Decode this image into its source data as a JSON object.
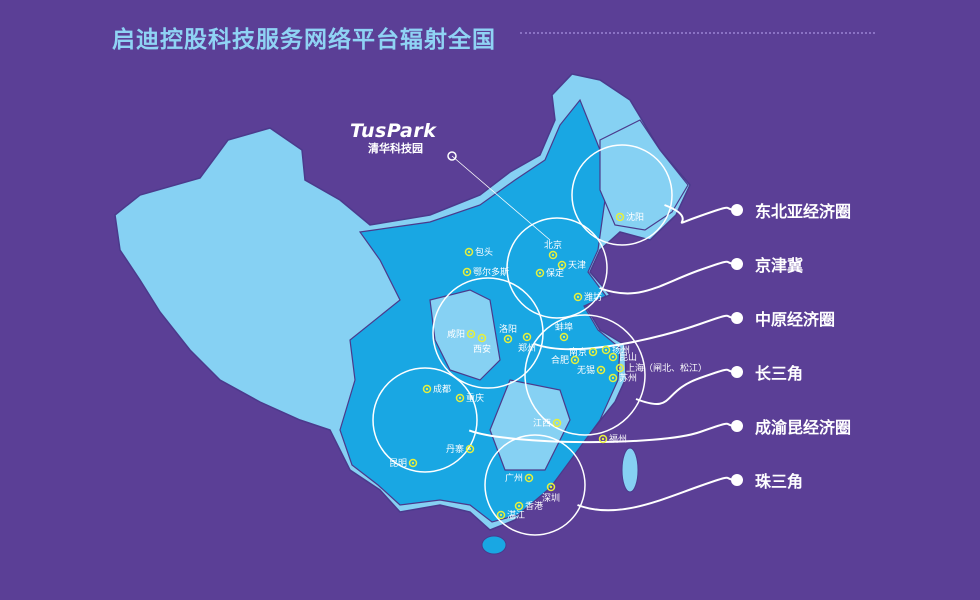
{
  "title": "启迪控股科技服务网络平台辐射全国",
  "logo": {
    "en": "TusPark",
    "cn": "清华科技园"
  },
  "regions": [
    {
      "label": "东北亚经济圈"
    },
    {
      "label": "京津冀"
    },
    {
      "label": "中原经济圈"
    },
    {
      "label": "长三角"
    },
    {
      "label": "成渝昆经济圈"
    },
    {
      "label": "珠三角"
    }
  ],
  "cities": [
    "沈阳",
    "北京",
    "天津",
    "保定",
    "潍坊",
    "包头",
    "鄂尔多斯",
    "咸阳",
    "西安",
    "洛阳",
    "郑州",
    "蚌埠",
    "南京",
    "扬州",
    "昆山",
    "合肥",
    "无锡",
    "上海（闸北、松江）",
    "苏州",
    "成都",
    "重庆",
    "丹寨",
    "昆明",
    "江西",
    "福州",
    "广州",
    "深圳",
    "香港",
    "湛江"
  ],
  "colors": {
    "background": "#5b3f96",
    "map_light": "#86d1f3",
    "map_dark": "#19a7e3",
    "border": "#4b3a8c",
    "marker": "#e6f03c",
    "title": "#8fd3f4"
  }
}
